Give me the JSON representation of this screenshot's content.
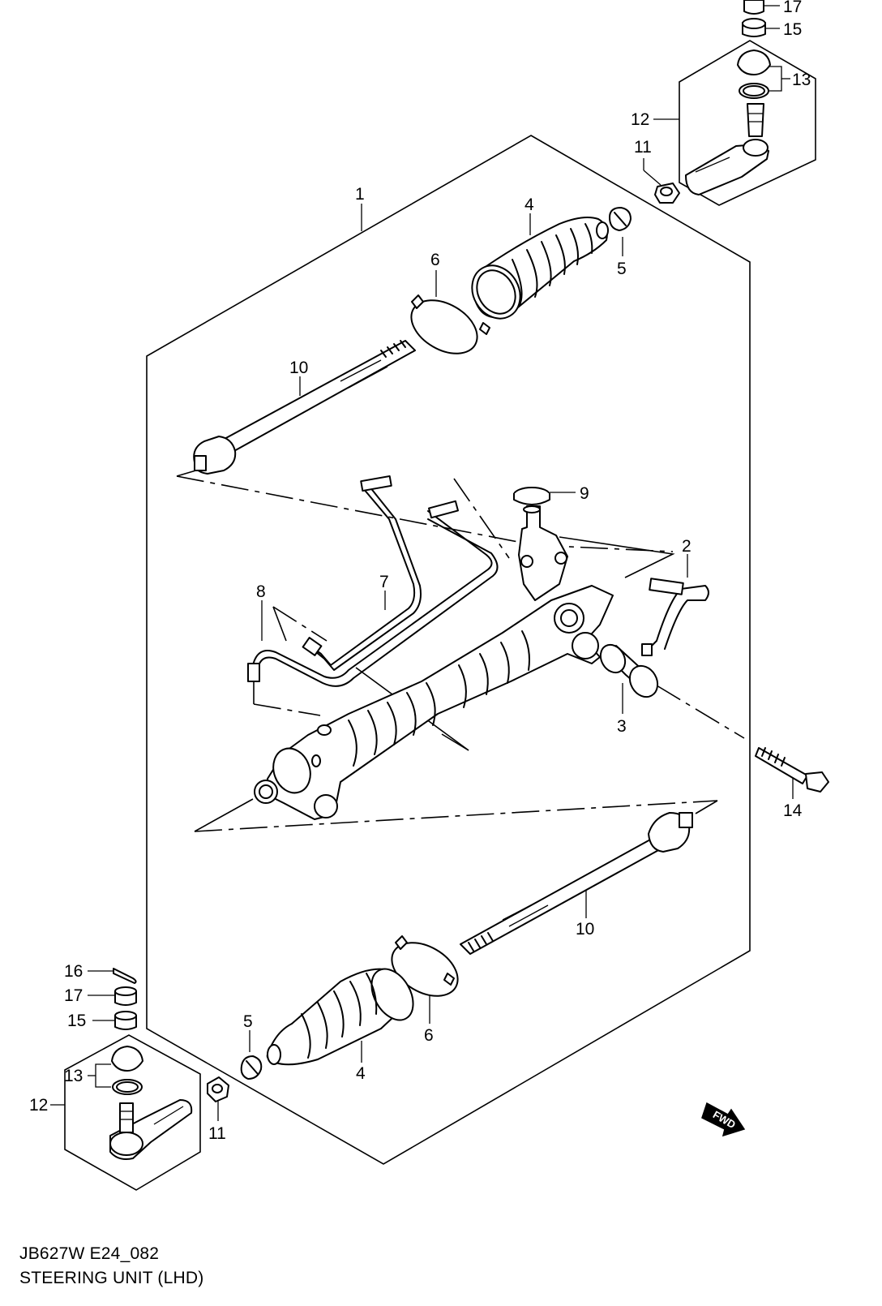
{
  "caption": {
    "code": "JB627W E24_082",
    "title": "STEERING UNIT (LHD)"
  },
  "callouts": {
    "c1": "1",
    "c2": "2",
    "c3": "3",
    "c4_top": "4",
    "c4_bottom": "4",
    "c5_top": "5",
    "c5_bottom": "5",
    "c6_top": "6",
    "c6_bottom": "6",
    "c7": "7",
    "c8": "8",
    "c9": "9",
    "c10_top": "10",
    "c10_bottom": "10",
    "c11_top": "11",
    "c11_bottom": "11",
    "c12_top": "12",
    "c12_bottom": "12",
    "c13_top": "13",
    "c13_bottom": "13",
    "c14": "14",
    "c15_top": "15",
    "c15_bottom": "15",
    "c16": "16",
    "c17_top": "17",
    "c17_bottom": "17"
  },
  "fwd_badge": "FWD"
}
